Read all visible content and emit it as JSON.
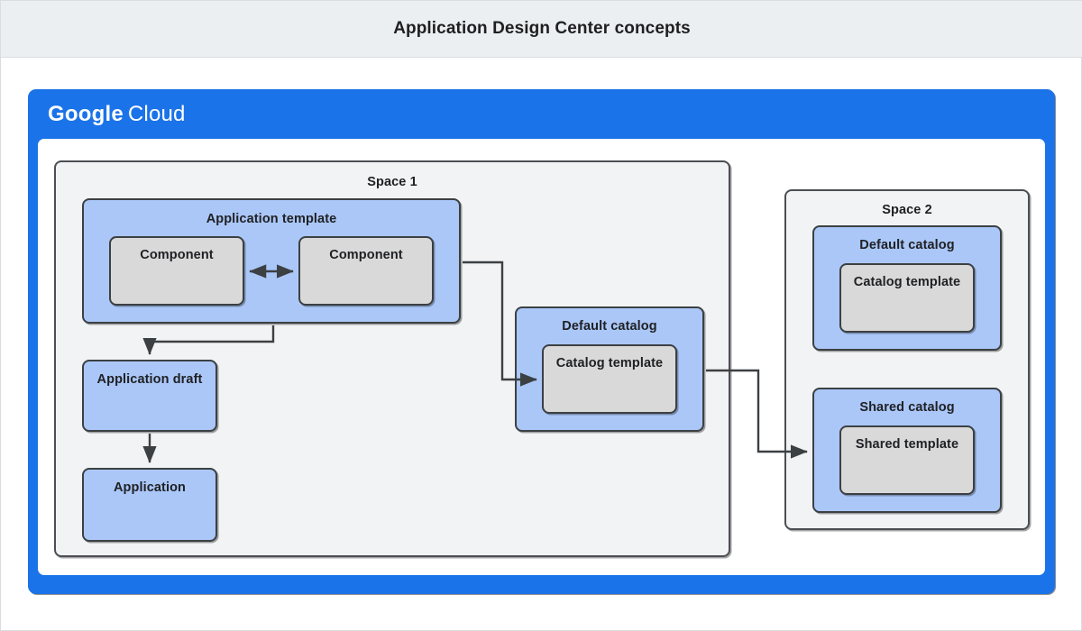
{
  "title": {
    "text": "Application Design Center concepts"
  },
  "cloud": {
    "logo_primary": "Google",
    "logo_secondary": "Cloud"
  },
  "colors": {
    "brand_blue": "#1a73e8",
    "box_blue": "#aac7f8",
    "box_grey": "#d9d9d9",
    "space_grey": "#f1f3f4",
    "stroke": "#3c4043",
    "title_bar": "#eceff1",
    "text": "#202124"
  },
  "space1": {
    "label": "Space 1",
    "application_template": {
      "label": "Application template",
      "components": [
        {
          "label": "Component"
        },
        {
          "label": "Component"
        }
      ]
    },
    "application_draft": {
      "label": "Application draft"
    },
    "application": {
      "label": "Application"
    },
    "default_catalog": {
      "label": "Default catalog",
      "template": {
        "label": "Catalog template"
      }
    }
  },
  "space2": {
    "label": "Space 2",
    "default_catalog": {
      "label": "Default catalog",
      "template": {
        "label": "Catalog template"
      }
    },
    "shared_catalog": {
      "label": "Shared catalog",
      "template": {
        "label": "Shared template"
      }
    }
  },
  "connectors": [
    {
      "name": "component-to-component",
      "kind": "bidirectional"
    },
    {
      "name": "application-template-to-application-draft",
      "kind": "arrow"
    },
    {
      "name": "application-draft-to-application",
      "kind": "arrow"
    },
    {
      "name": "application-template-to-default-catalog-template",
      "kind": "arrow"
    },
    {
      "name": "default-catalog-to-shared-catalog",
      "kind": "arrow"
    }
  ]
}
